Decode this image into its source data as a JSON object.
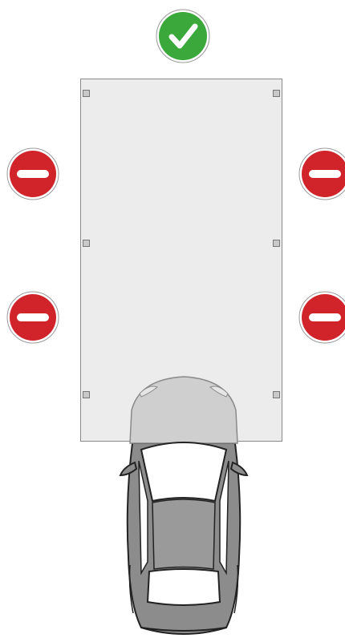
{
  "scene": {
    "allowed_direction": "forward",
    "blocked_directions": [
      "left-front",
      "left-rear",
      "right-front",
      "right-rear"
    ]
  },
  "icons": {
    "allowed": "check-circle-icon",
    "blocked": "no-entry-icon",
    "vehicle": "car-top-view-icon"
  },
  "colors": {
    "allowed": "#3aa83a",
    "blocked": "#d0232a",
    "pad": "#ececec",
    "car_body": "#8c8c8c",
    "car_ghost": "#cfcfcf"
  }
}
